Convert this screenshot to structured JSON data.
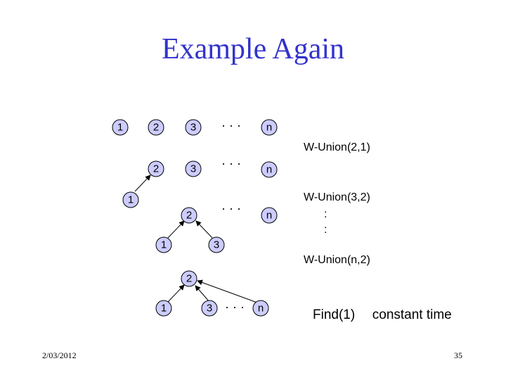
{
  "slide": {
    "title": "Example Again",
    "date": "2/03/2012",
    "page_number": "35"
  },
  "nodes": {
    "one": "1",
    "two": "2",
    "three": "3",
    "n": "n"
  },
  "ellipsis": "· · ·",
  "operations": {
    "op1": "W-Union(2,1)",
    "op2": "W-Union(3,2)",
    "op3": "W-Union(n,2)",
    "vertical_dot": ":"
  },
  "find": {
    "call": "Find(1)",
    "cost": "constant time"
  },
  "colors": {
    "title": "#3333cc",
    "node_fill": "#ccccff"
  }
}
